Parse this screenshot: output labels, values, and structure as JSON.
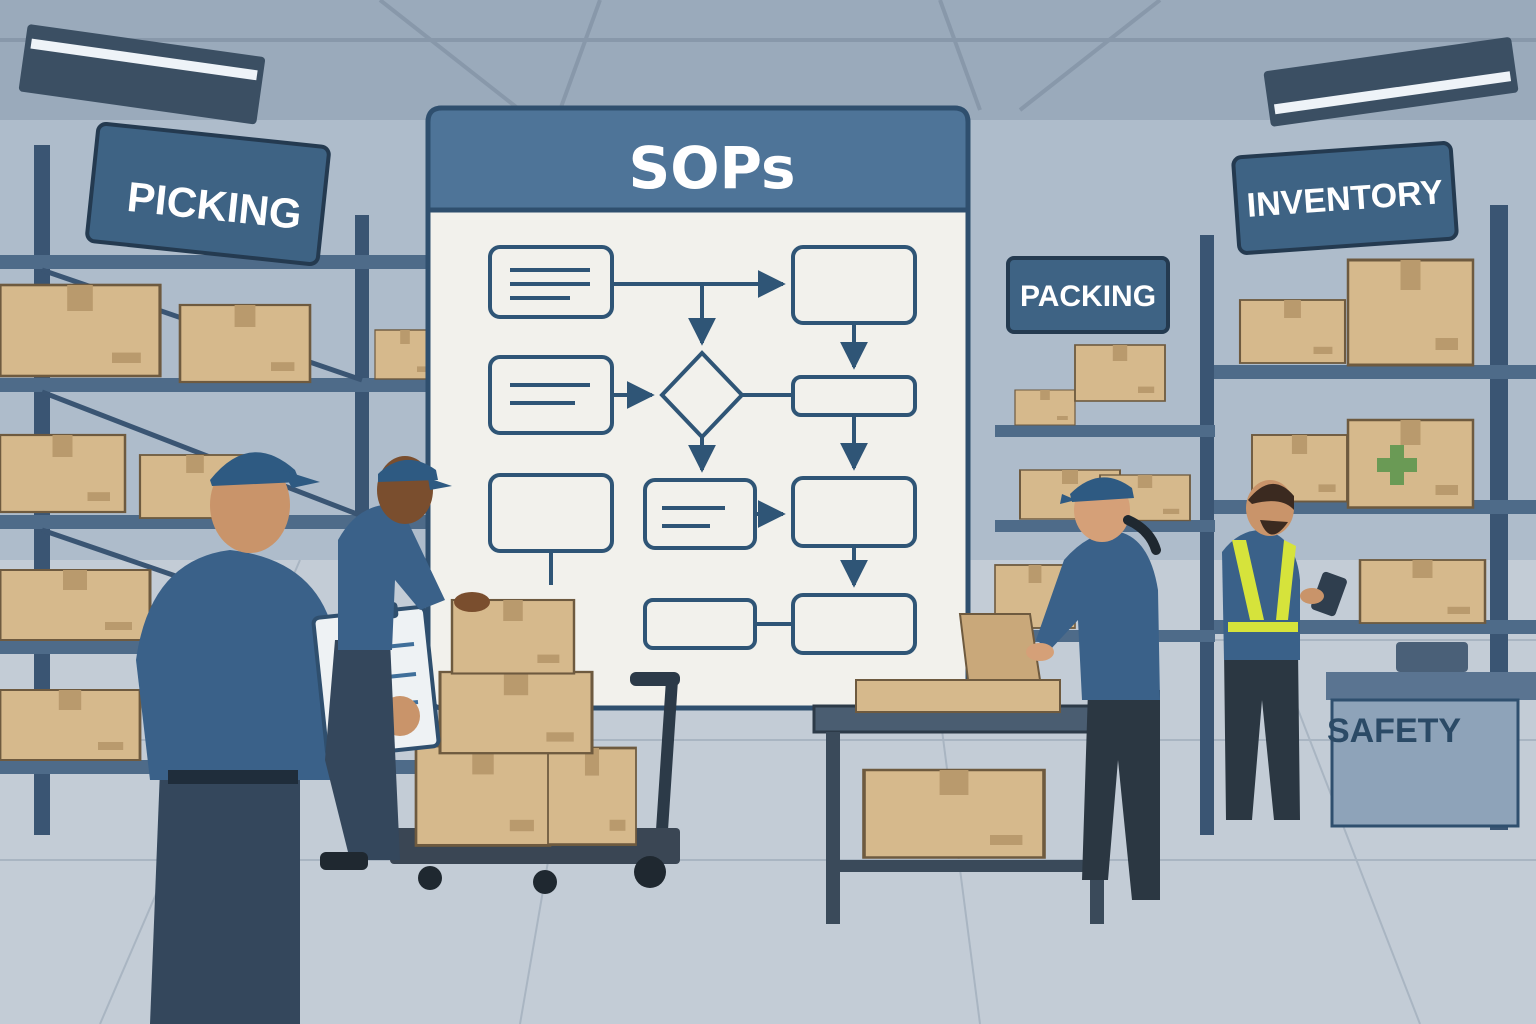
{
  "board": {
    "title": "SOPs"
  },
  "signs": {
    "picking": "PICKING",
    "inventory": "INVENTORY",
    "packing": "PACKING",
    "safety": "SAFETY"
  },
  "colors": {
    "navy": "#2f4f6e",
    "sign": "#3e6384",
    "box": "#d6b98c",
    "box_dark": "#b99a6d",
    "uniform": "#3a6189",
    "floor": "#c3ccd6",
    "wall": "#aebccb",
    "vest": "#d6e33b",
    "cross": "#6a9a55"
  }
}
